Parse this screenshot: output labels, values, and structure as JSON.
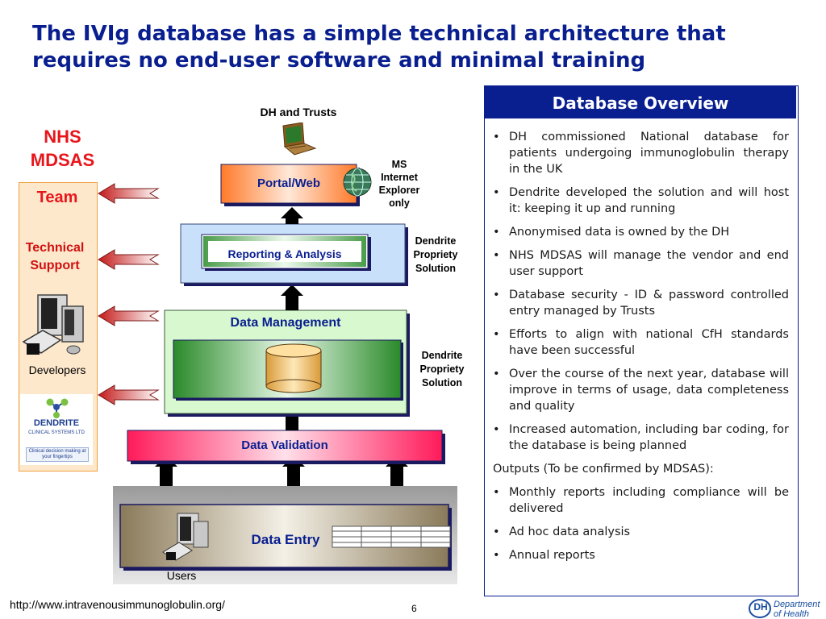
{
  "title": "The IVIg database has a simple technical architecture that requires no end-user software and minimal training",
  "left": {
    "nhs_line1": "NHS",
    "nhs_line2": "MDSAS",
    "team": "Team",
    "technical": "Technical",
    "support": "Support",
    "developers": "Developers",
    "dendrite_name": "DENDRITE",
    "dendrite_sub": "CLINICAL SYSTEMS LTD",
    "dendrite_tagline": "Clinical decision making at your fingertips"
  },
  "diagram": {
    "dh_trusts": "DH and Trusts",
    "portal": "Portal/Web",
    "ms_ie": [
      "MS",
      "Internet",
      "Explorer",
      "only"
    ],
    "reporting": "Reporting & Analysis",
    "dendrite_solution_1": [
      "Dendrite",
      "Propriety",
      "Solution"
    ],
    "data_management": "Data Management",
    "dendrite_solution_2": [
      "Dendrite",
      "Propriety",
      "Solution"
    ],
    "data_validation": "Data Validation",
    "data_entry": "Data Entry",
    "users": "Users"
  },
  "overview": {
    "heading": "Database Overview",
    "bullets_1": [
      "DH commissioned National database for patients undergoing immunoglobulin therapy in the UK",
      "Dendrite developed the solution and will host it: keeping it up and running",
      "Anonymised data is owned by the DH",
      "NHS MDSAS will manage the vendor and end user support",
      "Database security - ID & password controlled entry managed by Trusts",
      "Efforts to align with national CfH standards have been successful",
      "Over the course of the next year, database will improve in terms of usage, data completeness and quality",
      "Increased automation, including bar coding, for the database is being planned"
    ],
    "outputs_label": "Outputs (To be confirmed by MDSAS):",
    "bullets_2": [
      "Monthly reports including compliance will be delivered",
      "Ad hoc data analysis",
      "Annual reports"
    ]
  },
  "footer": {
    "url": "http://www.intravenousimmunoglobulin.org/",
    "page": "6",
    "dh_line1": "Department",
    "dh_line2": "of Health",
    "dh_mark": "DH"
  },
  "colors": {
    "title": "#0a1f8f",
    "nhs_red": "#e8151b",
    "overview_header": "#0a1f8f"
  }
}
